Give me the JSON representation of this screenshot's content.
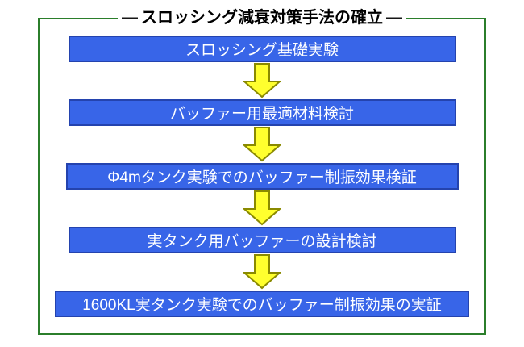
{
  "diagram": {
    "title": "スロッシング減衰対策手法の確立",
    "title_dash": "―",
    "steps": [
      {
        "label": "スロッシング基礎実験"
      },
      {
        "label": "バッファー用最適材料検討"
      },
      {
        "label": "Φ4mタンク実験でのバッファー制振効果検証"
      },
      {
        "label": "実タンク用バッファーの設計検討"
      },
      {
        "label": "1600KL実タンク実験でのバッファー制振効果の実証"
      }
    ],
    "colors": {
      "frame_border": "#2b7e2b",
      "box_fill": "#3865e8",
      "box_border": "#2443ae",
      "box_text": "#ffffff",
      "arrow_fill": "#ffff2e",
      "arrow_outline": "#8a8a00",
      "title_text": "#000000"
    }
  }
}
